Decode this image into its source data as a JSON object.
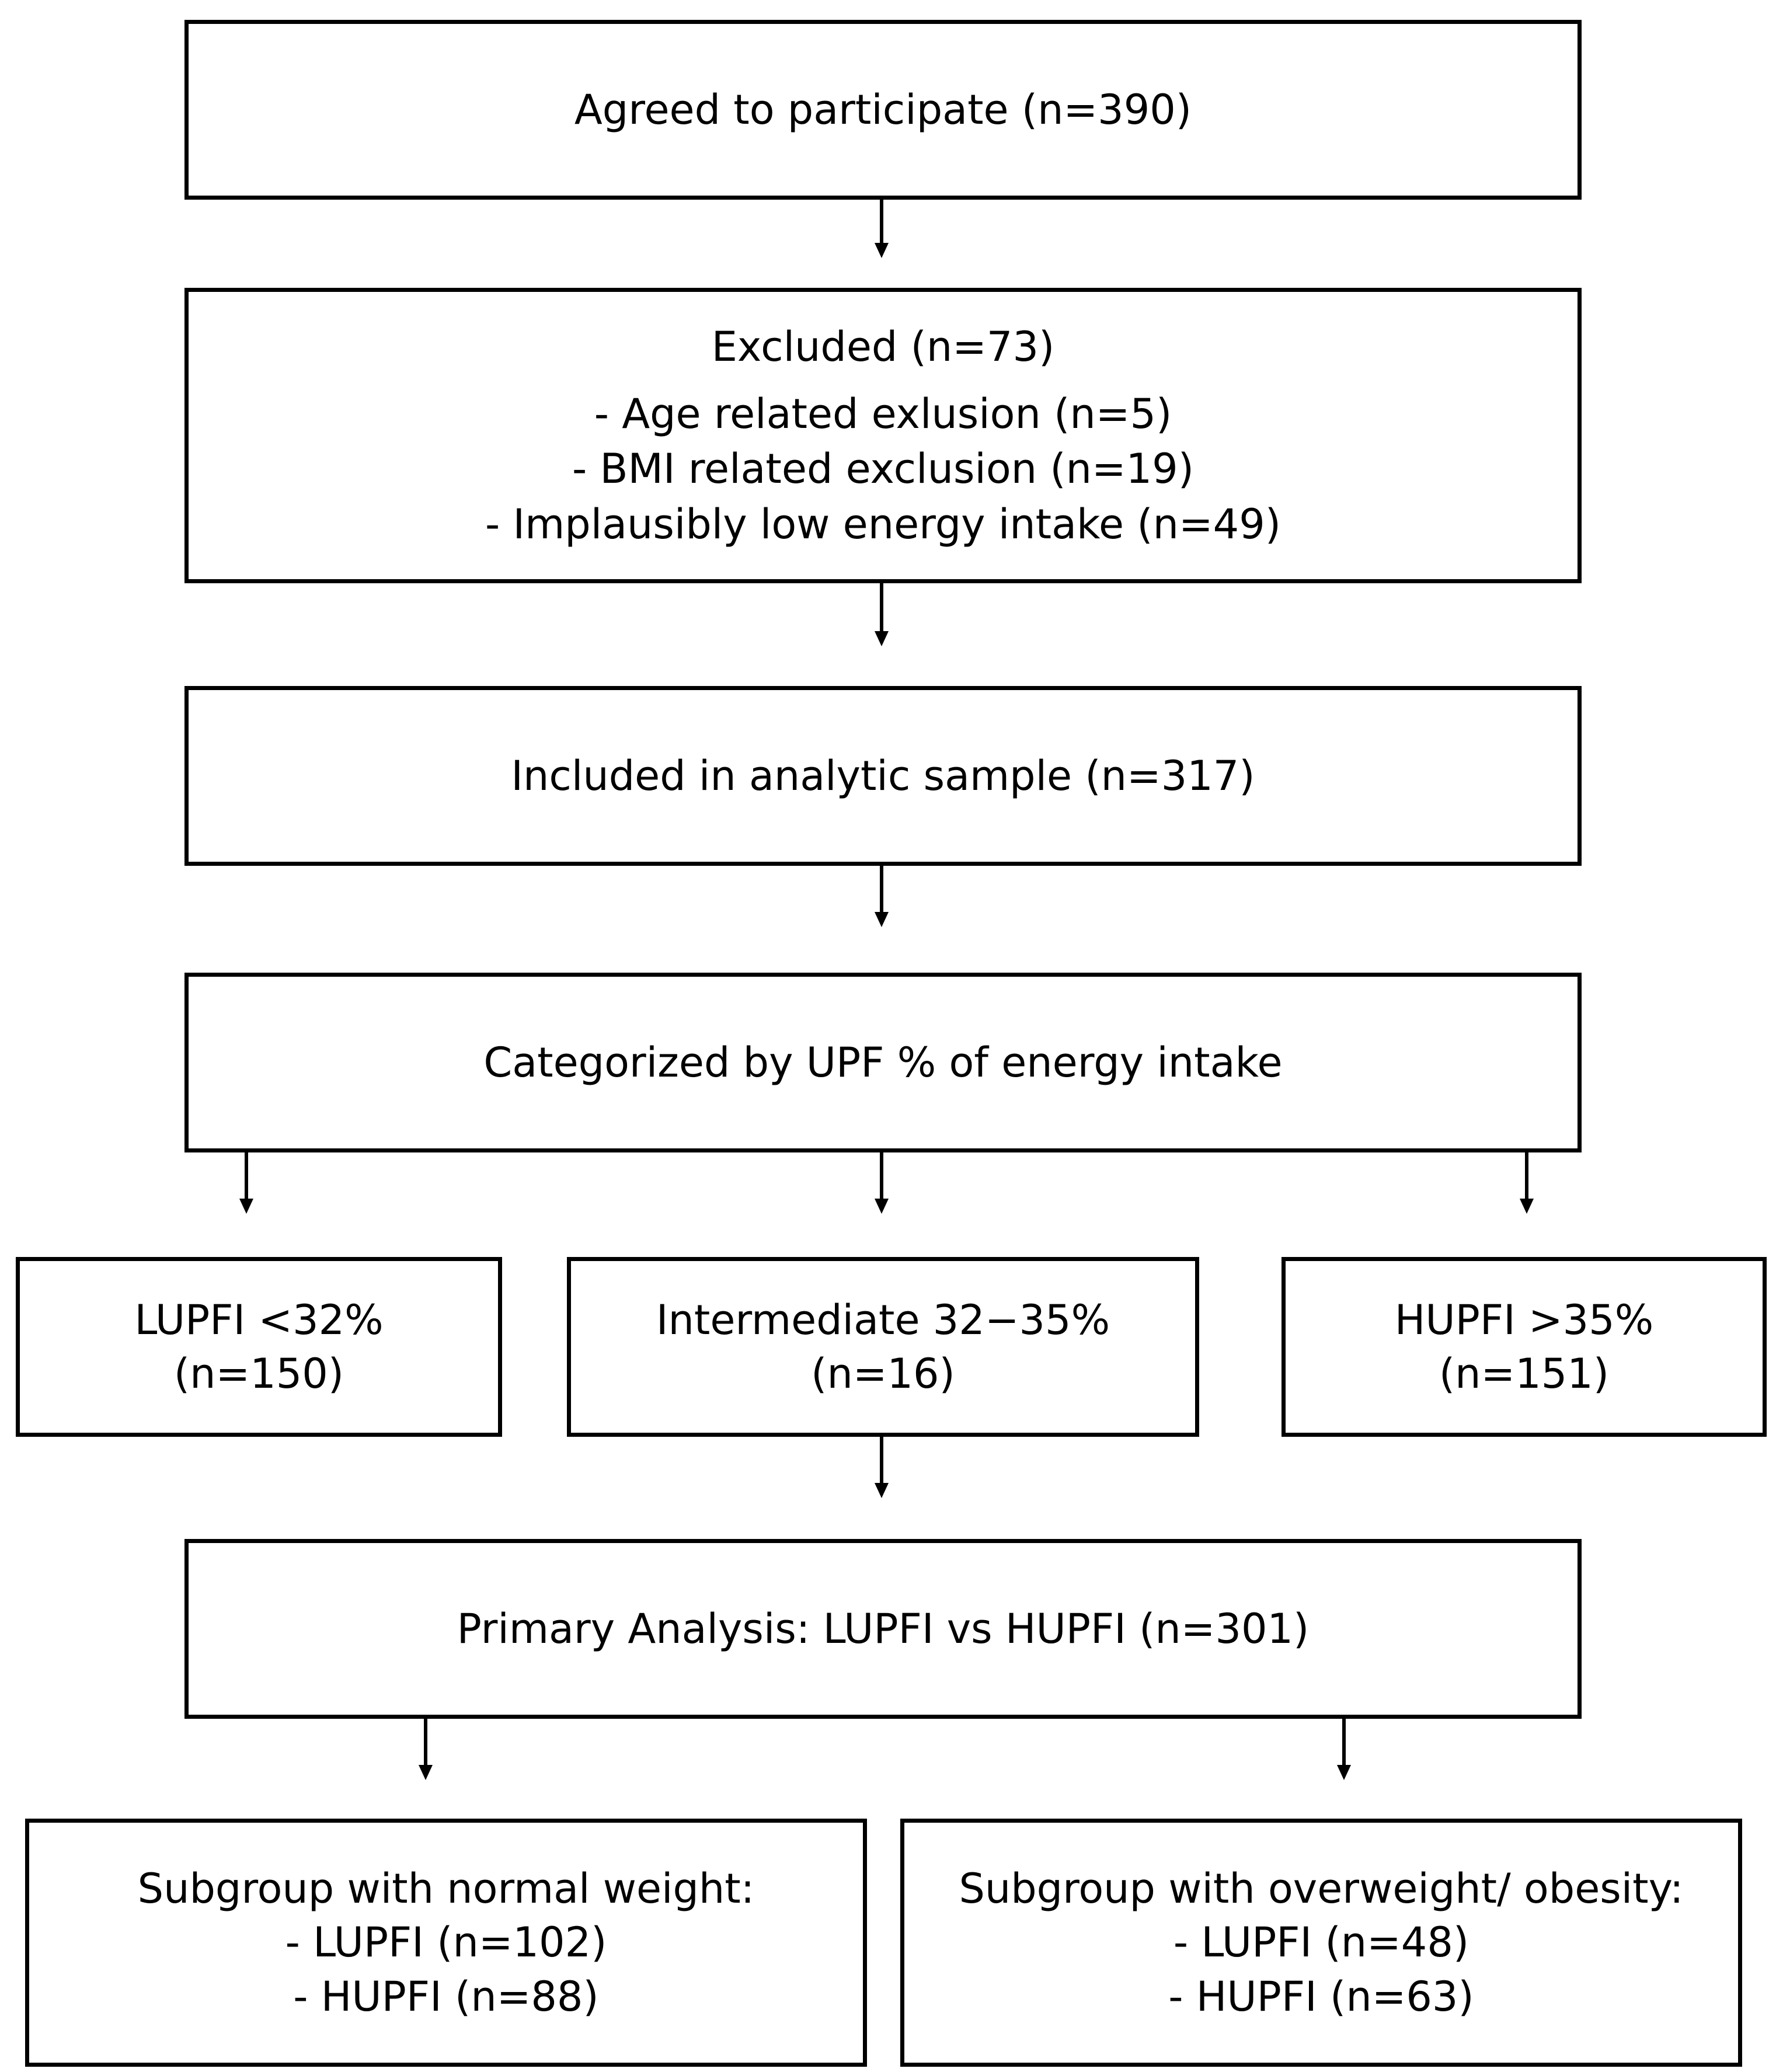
{
  "boxes": {
    "agreed": {
      "text": "Agreed to participate (n=390)"
    },
    "excluded": {
      "title": "Excluded (n=73)",
      "items": [
        "- Age related exlusion (n=5)",
        "- BMI related exclusion (n=19)",
        "- Implausibly low energy intake (n=49)"
      ]
    },
    "included": {
      "text": "Included in analytic sample (n=317)"
    },
    "categorized": {
      "text": "Categorized by UPF % of energy intake"
    },
    "lupfi": {
      "line1": "LUPFI <32%",
      "line2": "(n=150)"
    },
    "intermediate": {
      "line1": "Intermediate 32−35%",
      "line2": "(n=16)"
    },
    "hupfi": {
      "line1": "HUPFI >35%",
      "line2": "(n=151)"
    },
    "primary": {
      "text": "Primary Analysis: LUPFI vs HUPFI (n=301)"
    },
    "normal_weight": {
      "title": "Subgroup with normal weight:",
      "items": [
        "- LUPFI (n=102)",
        "- HUPFI (n=88)"
      ]
    },
    "overweight": {
      "title": "Subgroup with overweight/ obesity:",
      "items": [
        "- LUPFI (n=48)",
        "- HUPFI (n=63)"
      ]
    }
  }
}
